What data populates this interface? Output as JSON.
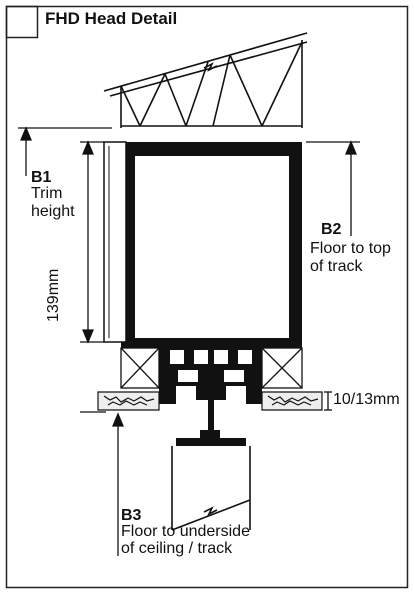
{
  "title": "FHD Head Detail",
  "labels": {
    "b1_code": "B1",
    "b1_line1": "Trim",
    "b1_line2": "height",
    "b2_code": "B2",
    "b2_line1": "Floor to top",
    "b2_line2": "of track",
    "b3_code": "B3",
    "b3_line1": "Floor to underside",
    "b3_line2": "of ceiling / track"
  },
  "dimensions": {
    "trim_height": "139mm",
    "gap": "10/13mm"
  }
}
